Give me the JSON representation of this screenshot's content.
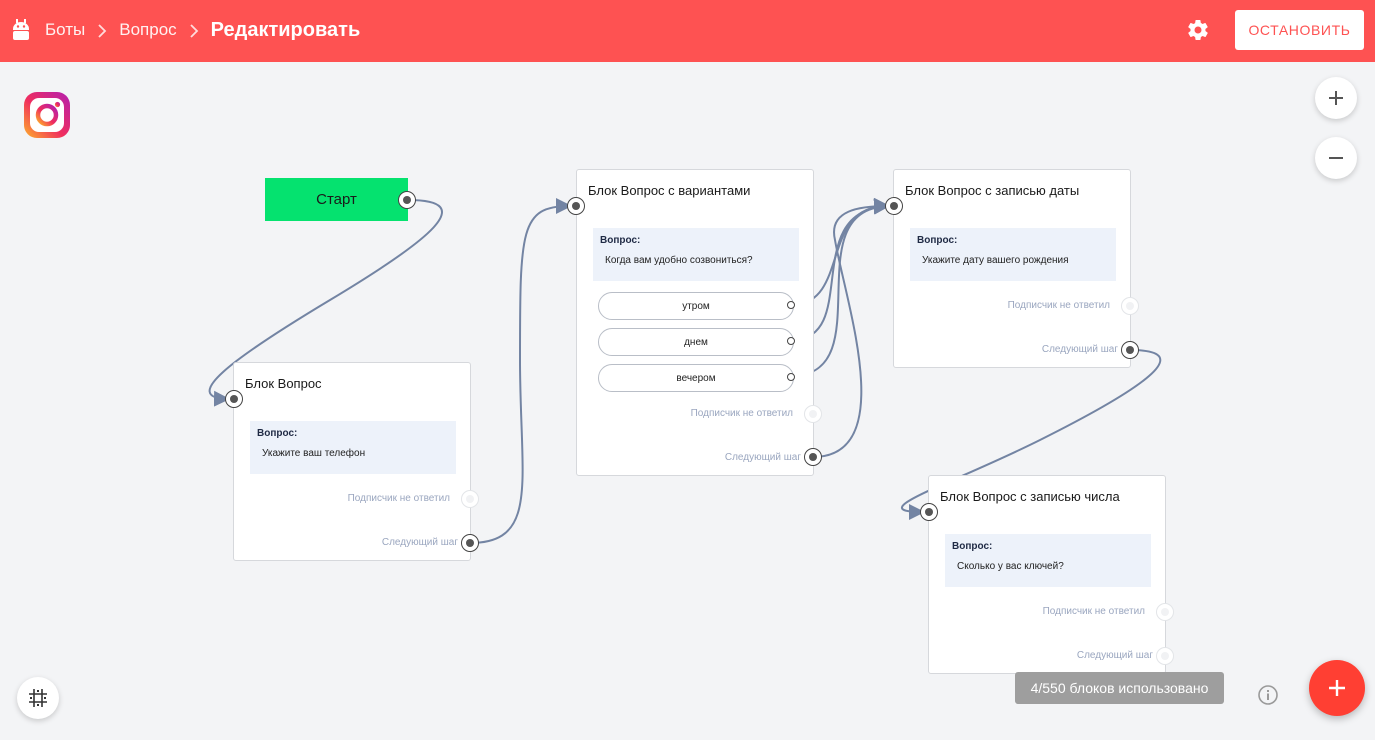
{
  "header": {
    "breadcrumbs": [
      "Боты",
      "Вопрос"
    ],
    "current": "Редактировать",
    "stop_label": "ОСТАНОВИТЬ",
    "bg_color": "#fe5252"
  },
  "start": {
    "label": "Старт",
    "color": "#05e26f"
  },
  "blocks": [
    {
      "title": "Блок Вопрос",
      "question_label": "Вопрос:",
      "question": "Укажите ваш телефон",
      "no_answer": "Подписчик не ответил",
      "next": "Следующий шаг"
    },
    {
      "title": "Блок Вопрос с вариантами",
      "question_label": "Вопрос:",
      "question": "Когда вам удобно созвониться?",
      "options": [
        "утром",
        "днем",
        "вечером"
      ],
      "no_answer": "Подписчик не ответил",
      "next": "Следующий шаг"
    },
    {
      "title": "Блок Вопрос с записью даты",
      "question_label": "Вопрос:",
      "question": "Укажите дату вашего рождения",
      "no_answer": "Подписчик не ответил",
      "next": "Следующий шаг"
    },
    {
      "title": "Блок Вопрос с записью числа",
      "question_label": "Вопрос:",
      "question": "Сколько у вас ключей?",
      "no_answer": "Подписчик не ответил",
      "next": "Следующий шаг"
    }
  ],
  "footer": {
    "counter": "4/550 блоков использовано"
  },
  "icons": [
    "bot-icon",
    "gear-icon",
    "instagram-icon",
    "plus-icon",
    "minus-icon",
    "grid-icon",
    "info-icon",
    "add-icon",
    "chevron-right-icon"
  ],
  "colors": {
    "link": "#7384a3",
    "fab": "#ff3f33",
    "accent": "#fe5252"
  }
}
